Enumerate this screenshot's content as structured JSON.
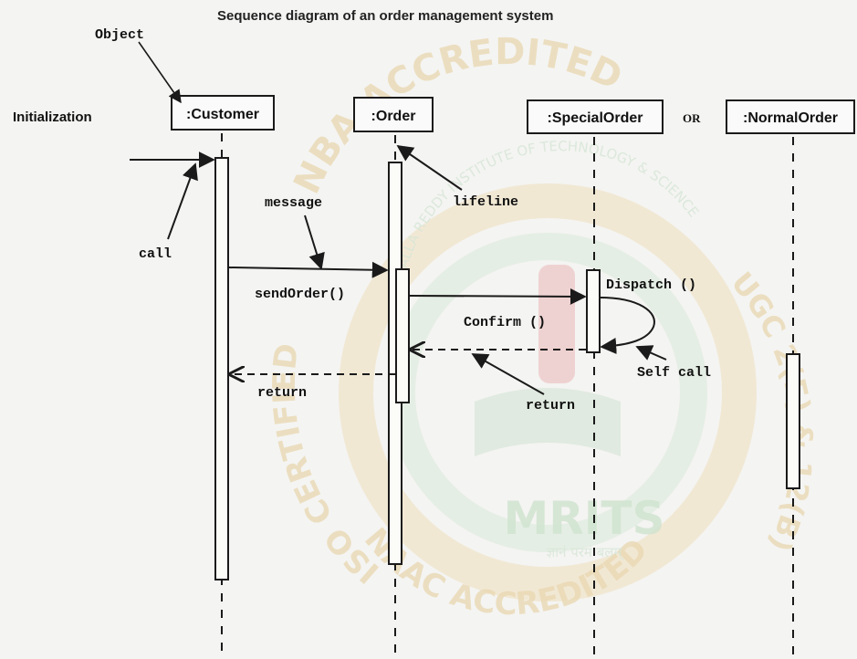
{
  "diagram": {
    "title": "Sequence diagram of an order management system",
    "side_label": "Initialization",
    "or_label": "OR",
    "objects": [
      {
        "name": "customer",
        "label": ":Customer"
      },
      {
        "name": "order",
        "label": ":Order"
      },
      {
        "name": "special-order",
        "label": ":SpecialOrder"
      },
      {
        "name": "normal-order",
        "label": ":NormalOrder"
      }
    ],
    "annotations": {
      "object": "Object",
      "call": "call",
      "message": "message",
      "lifeline": "lifeline",
      "self_call": "Self call",
      "return_left": "return",
      "return_right": "return"
    },
    "messages": {
      "send_order": "sendOrder()",
      "dispatch": "Dispatch ()",
      "confirm": "Confirm ()"
    }
  },
  "watermark": {
    "top_arc": "NBA ACCREDITED",
    "left_arc": "ISO CERTIFIED",
    "right_arc": "UGC 2(F) & 12(B)",
    "bottom_arc": "NAAC ACCREDITED",
    "inner_arc": "MALLA REDDY INSTITUTE OF TECHNOLOGY & SCIENCE",
    "center": "MRITS",
    "center_sub": "ज्ञानं परमं बलम्"
  },
  "colors": {
    "line": "#1a1a1a",
    "watermark_orange": "#e6b97a",
    "watermark_green": "#8fbf8f",
    "watermark_red": "#d46a6a"
  }
}
